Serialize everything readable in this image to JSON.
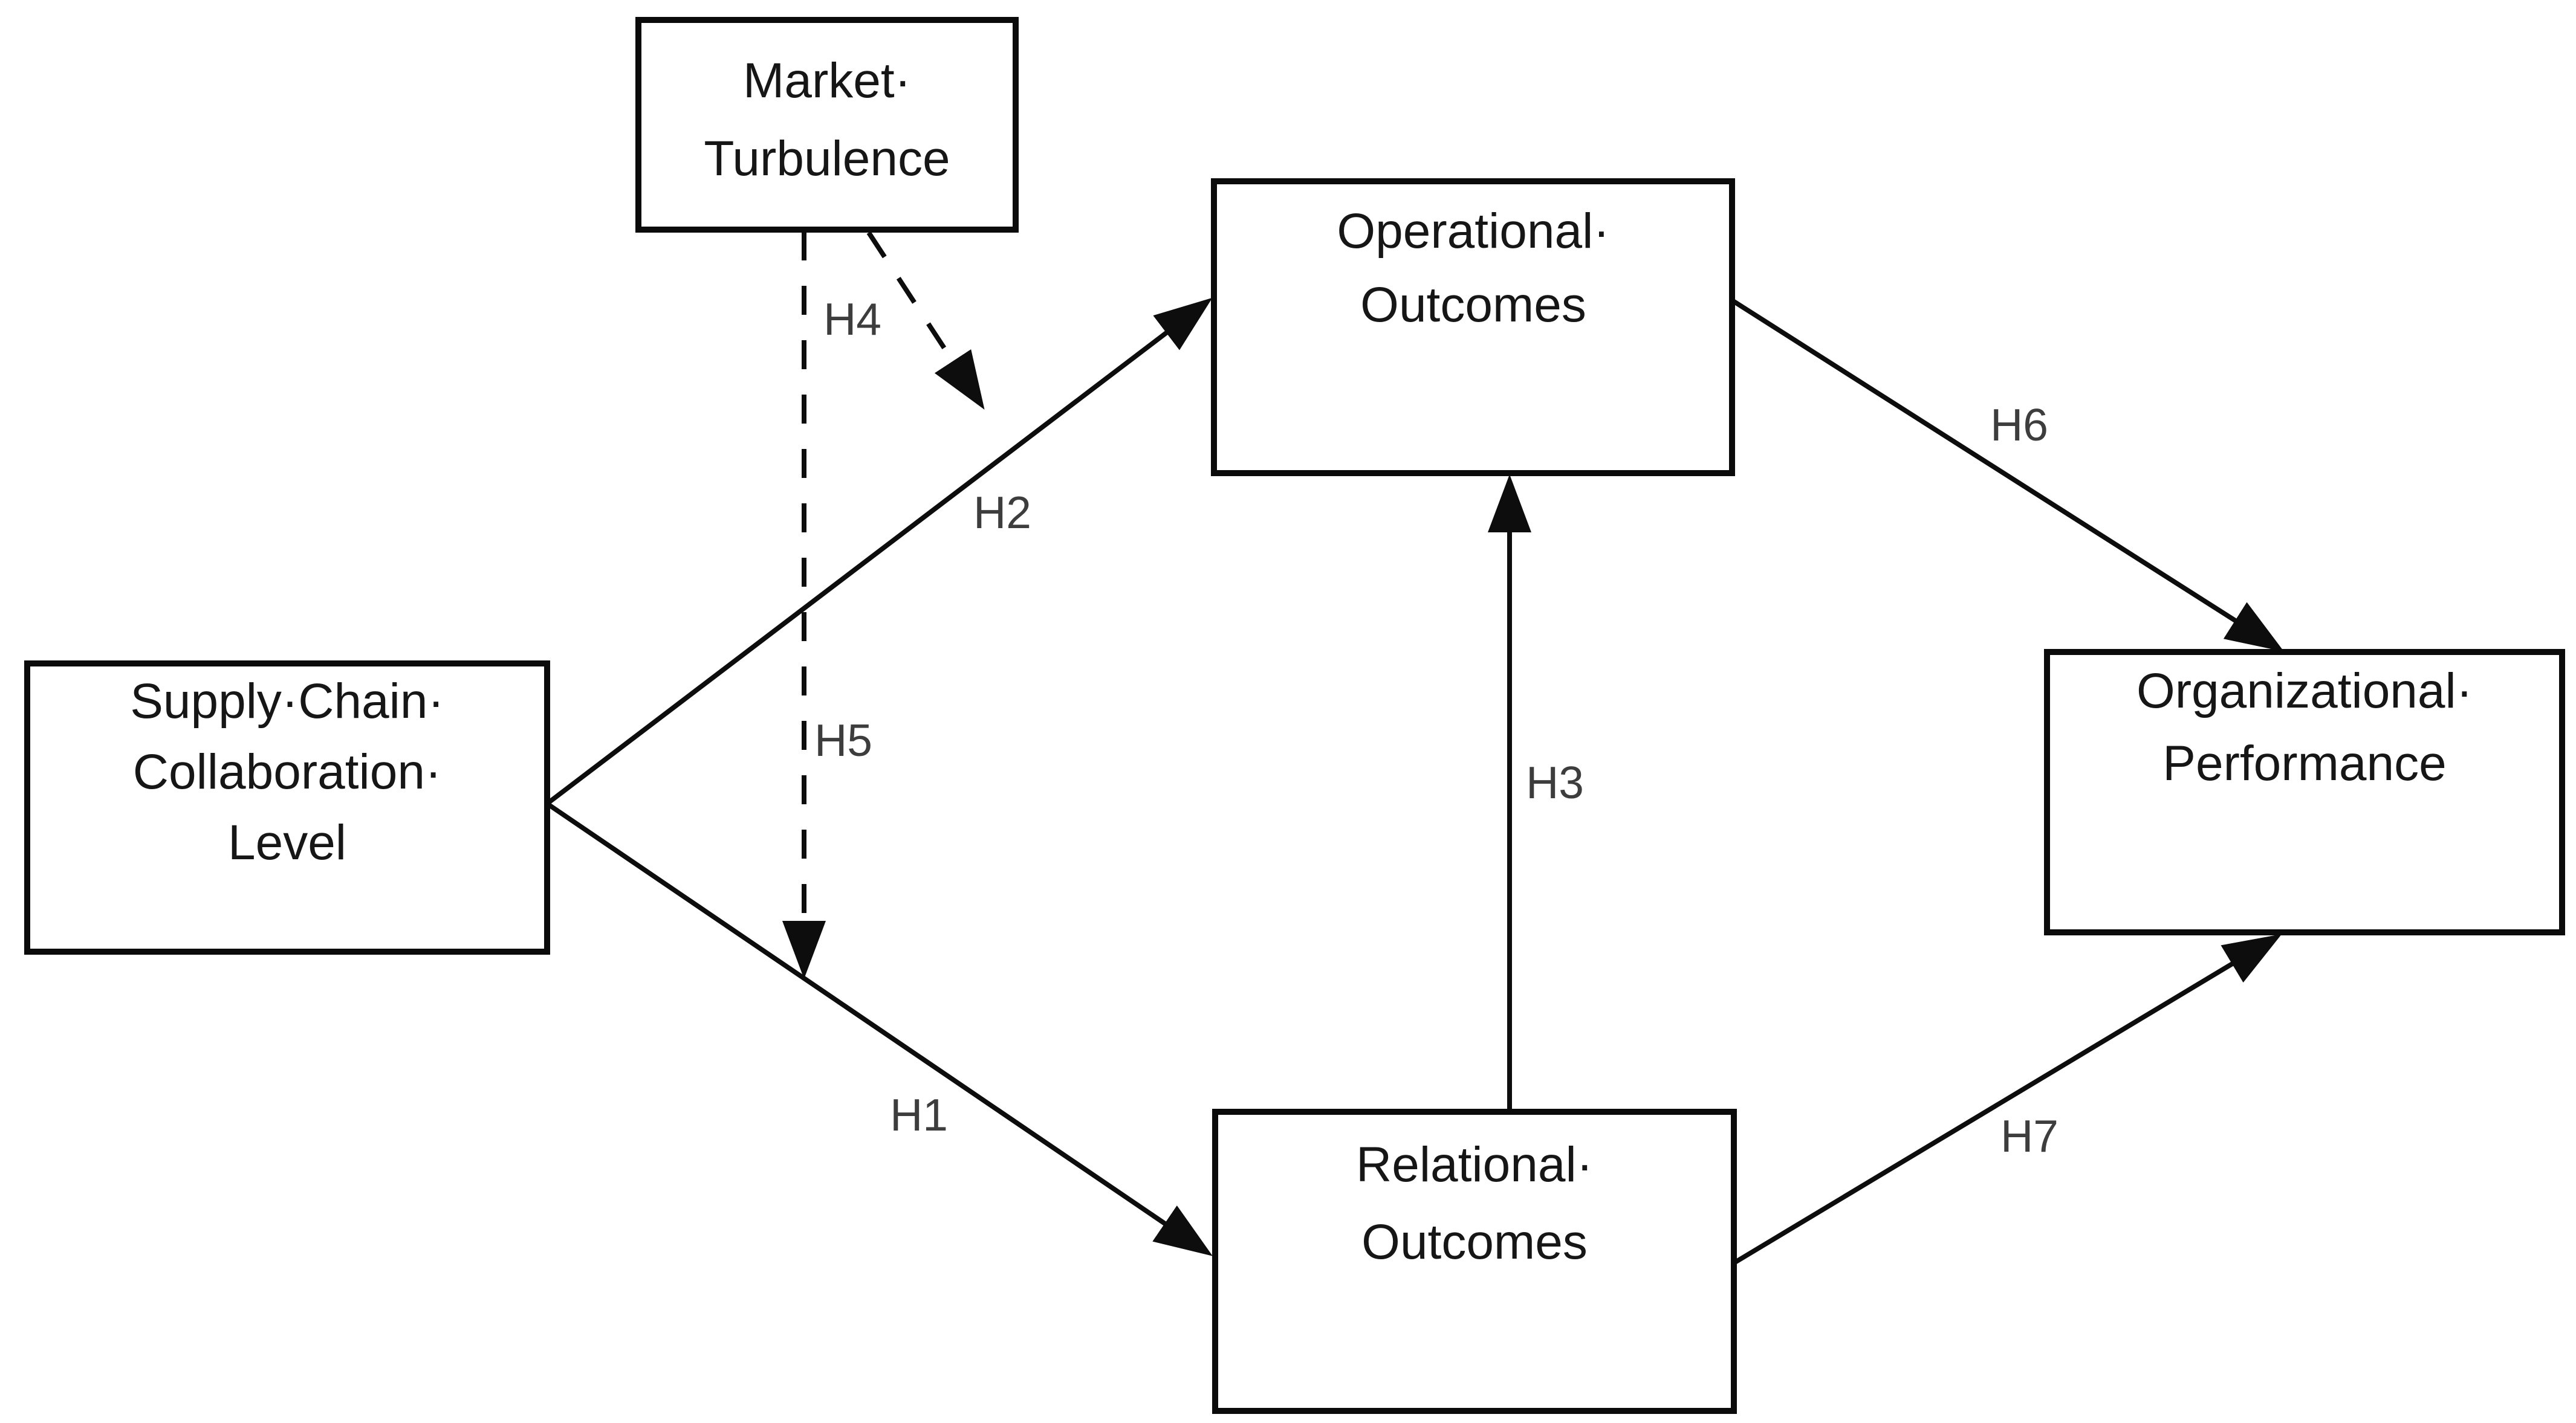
{
  "diagram": {
    "type": "hypothesis-path-model",
    "colors": {
      "background": "#ffffff",
      "line": "#0d0d0d",
      "box_text": "#161616",
      "edge_label_text": "#3d3d3d"
    },
    "boxes": {
      "market_turbulence": {
        "line1": "Market·",
        "line2": "Turbulence"
      },
      "supply_chain_collaboration_level": {
        "line1": "Supply·Chain·",
        "line2": "Collaboration·",
        "line3": "Level"
      },
      "operational_outcomes": {
        "line1": "Operational·",
        "line2": "Outcomes"
      },
      "relational_outcomes": {
        "line1": "Relational·",
        "line2": "Outcomes"
      },
      "organizational_performance": {
        "line1": "Organizational·",
        "line2": "Performance"
      }
    },
    "edges": [
      {
        "label": "H1",
        "from": "Supply Chain Collaboration Level",
        "to": "Relational Outcomes",
        "style": "solid"
      },
      {
        "label": "H2",
        "from": "Supply Chain Collaboration Level",
        "to": "Operational Outcomes",
        "style": "solid"
      },
      {
        "label": "H3",
        "from": "Relational Outcomes",
        "to": "Operational Outcomes",
        "style": "solid"
      },
      {
        "label": "H4",
        "from": "Market Turbulence",
        "to": "H2 path (Supply Chain Collaboration Level to Operational Outcomes)",
        "style": "dashed"
      },
      {
        "label": "H5",
        "from": "Market Turbulence",
        "to": "H1 path (Supply Chain Collaboration Level to Relational Outcomes)",
        "style": "dashed"
      },
      {
        "label": "H6",
        "from": "Operational Outcomes",
        "to": "Organizational Performance",
        "style": "solid"
      },
      {
        "label": "H7",
        "from": "Relational Outcomes",
        "to": "Organizational Performance",
        "style": "solid"
      }
    ]
  }
}
